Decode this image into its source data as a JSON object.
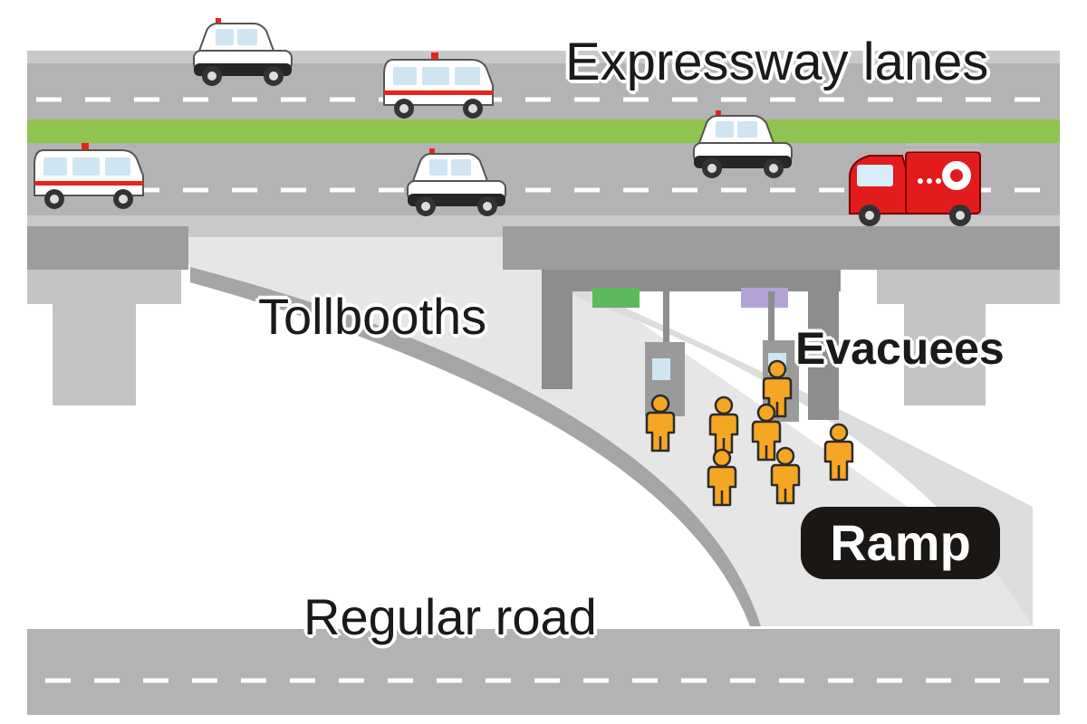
{
  "labels": {
    "expressway": "Expressway lanes",
    "tollbooths": "Tollbooths",
    "evacuees": "Evacuees",
    "ramp": "Ramp",
    "regular_road": "Regular road"
  },
  "colors": {
    "road": "#b3b3b3",
    "structure": "#8d8d8d",
    "median": "#8fc450",
    "lane_mark": "#ffffff",
    "booth_sign_left": "#5cb85c",
    "booth_sign_right": "#b3a3d6",
    "evacuee": "#f5a623",
    "fire_truck": "#e21c1c",
    "ramp_badge": "#1a1714"
  },
  "icons": [
    "police-car-icon",
    "ambulance-icon",
    "fire-truck-icon",
    "person-icon",
    "tollbooth-icon"
  ]
}
